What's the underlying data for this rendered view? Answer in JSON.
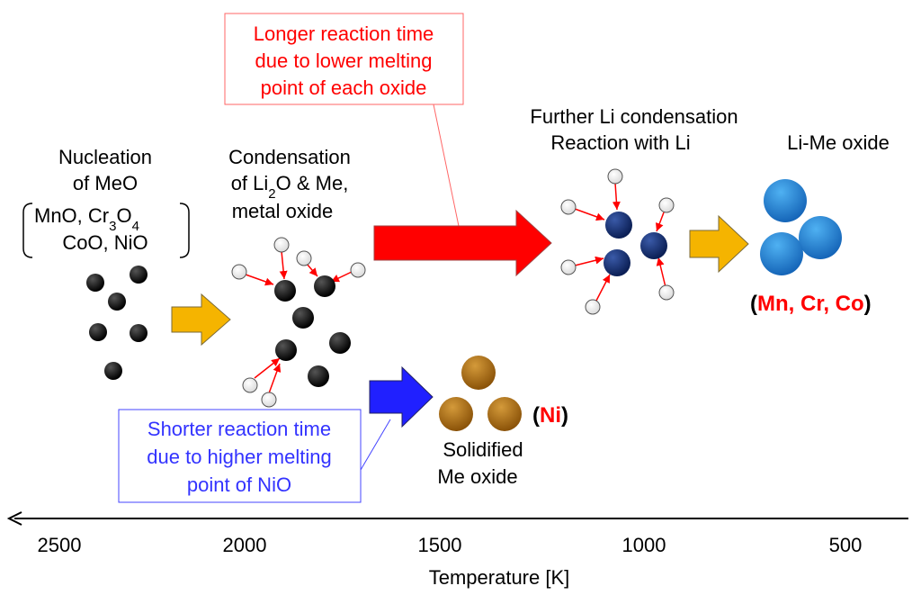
{
  "stages": {
    "nucleation": {
      "title": [
        "Nucleation",
        "of MeO"
      ],
      "oxides_line1": "MnO, Cr",
      "oxides_sub1": "3",
      "oxides_mid": "O",
      "oxides_sub2": "4",
      "oxides_line2": "CoO, NiO"
    },
    "condensation": {
      "line1": "Condensation",
      "line2_pre": "of Li",
      "line2_sub": "2",
      "line2_post": "O & Me,",
      "line3": "metal oxide"
    },
    "further": {
      "line1": "Further Li condensation",
      "line2": "Reaction with Li"
    },
    "product": {
      "title": "Li-Me oxide",
      "open_paren": "(",
      "elements": "Mn, Cr, Co",
      "close_paren": ")"
    },
    "solidified": {
      "line1": "Solidified",
      "line2": "Me oxide",
      "open_paren": "(",
      "element": "Ni",
      "close_paren": ")"
    }
  },
  "callouts": {
    "longer": [
      "Longer reaction time",
      "due to lower melting",
      "point of each oxide"
    ],
    "shorter": [
      "Shorter reaction time",
      "due to higher melting",
      "point of NiO"
    ]
  },
  "axis": {
    "label": "Temperature [K]",
    "ticks": [
      "2500",
      "2000",
      "1500",
      "1000",
      "500"
    ]
  },
  "colors": {
    "black_particle": "#000000",
    "navy_particle": "#0f2a66",
    "blue_particle": "#1f78d1",
    "brown_particle": "#a8690f",
    "yellow_arrow": "#f5b400",
    "red_arrow": "#ff0000",
    "blue_arrow": "#2020ff",
    "li_atom": "#ffffff"
  }
}
